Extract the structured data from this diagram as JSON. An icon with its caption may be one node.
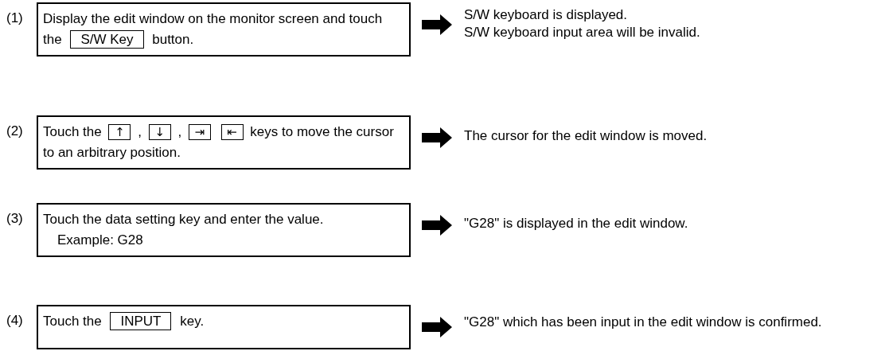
{
  "diagram": {
    "nodes": [
      {
        "text": [
          "Display the edit window on the monitor screen and touch the",
          "button."
        ],
        "beside": [
          "(1)"
        ]
      },
      {
        "text": [
          "S/W Key"
        ],
        "in": 0
      },
      {
        "text": [
          "S/W keyboard is displayed.",
          "S/W keyboard input area will be invalid."
        ]
      },
      {
        "text": [
          "Touch the",
          ",",
          ",",
          "keys to move the cursor to an arbitrary position."
        ],
        "beside": [
          "(2)"
        ]
      },
      {
        "text": [
          "↑"
        ],
        "in": 3
      },
      {
        "text": [
          "↓"
        ],
        "in": 3
      },
      {
        "text": [
          "⇥"
        ],
        "in": 3
      },
      {
        "text": [
          "⇤"
        ],
        "in": 3
      },
      {
        "text": [
          "The cursor for the edit window is moved."
        ]
      },
      {
        "text": [
          "Touch the data setting key and enter the value.",
          "Example: G28"
        ],
        "beside": [
          "(3)"
        ]
      },
      {
        "text": [
          "\"G28\" is displayed in the edit window."
        ]
      },
      {
        "text": [
          "Touch the",
          "key."
        ],
        "beside": [
          "(4)"
        ]
      },
      {
        "text": [
          "INPUT"
        ],
        "in": 11
      },
      {
        "text": [
          "\"G28\" which has been input in the edit window is confirmed."
        ]
      }
    ],
    "edges": [
      {
        "from": 0,
        "to": 2,
        "arrow": "to"
      },
      {
        "from": 3,
        "to": 8,
        "arrow": "to"
      },
      {
        "from": 9,
        "to": 10,
        "arrow": "to"
      },
      {
        "from": 11,
        "to": 13,
        "arrow": "to"
      }
    ]
  }
}
